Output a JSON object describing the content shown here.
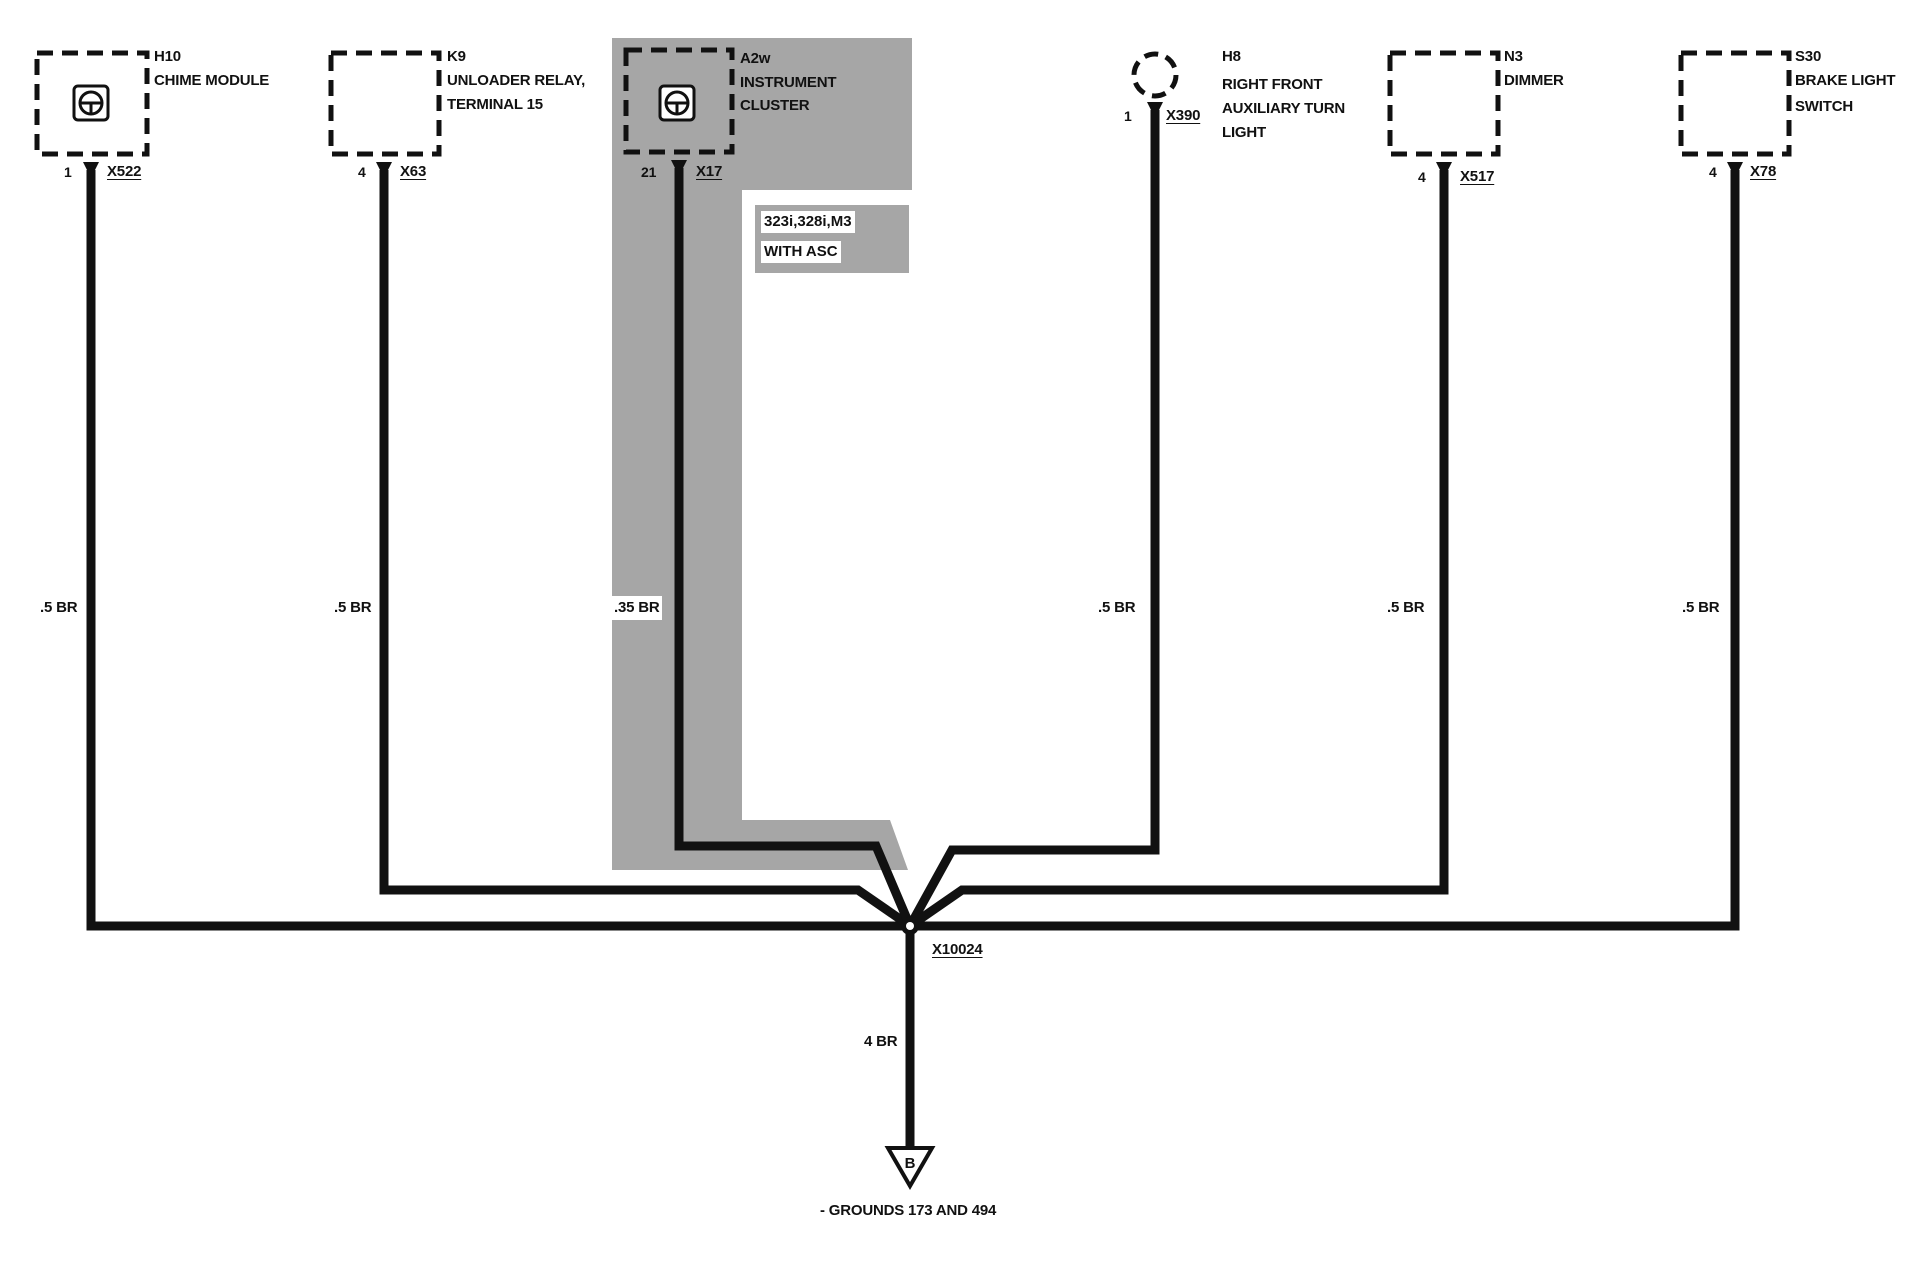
{
  "components": [
    {
      "ref": "H10",
      "name_lines": [
        "CHIME MODULE"
      ],
      "pin": "1",
      "connector": "X522",
      "wire": ".5 BR"
    },
    {
      "ref": "K9",
      "name_lines": [
        "UNLOADER RELAY,",
        "TERMINAL 15"
      ],
      "pin": "4",
      "connector": "X63",
      "wire": ".5 BR"
    },
    {
      "ref": "A2w",
      "name_lines": [
        "INSTRUMENT",
        "CLUSTER"
      ],
      "pin": "21",
      "connector": "X17",
      "wire": ".35 BR"
    },
    {
      "ref": "H8",
      "name_lines": [
        "RIGHT FRONT",
        "AUXILIARY TURN",
        "LIGHT"
      ],
      "pin": "1",
      "connector": "X390",
      "wire": ".5 BR"
    },
    {
      "ref": "N3",
      "name_lines": [
        "DIMMER"
      ],
      "pin": "4",
      "connector": "X517",
      "wire": ".5 BR"
    },
    {
      "ref": "S30",
      "name_lines": [
        "BRAKE LIGHT",
        "SWITCH"
      ],
      "pin": "4",
      "connector": "X78",
      "wire": ".5 BR"
    }
  ],
  "option_note": [
    "323i,328i,M3",
    "WITH ASC"
  ],
  "splice": "X10024",
  "main_wire": "4 BR",
  "ground_ref": "B",
  "ground_label": "- GROUNDS 173 AND 494",
  "colors": {
    "wire": "#111111",
    "shade": "#a6a6a6",
    "background": "#ffffff"
  },
  "icons": {
    "module": "steering-wheel-icon",
    "lamp": "bulb-icon",
    "ground": "ground-triangle-icon"
  }
}
